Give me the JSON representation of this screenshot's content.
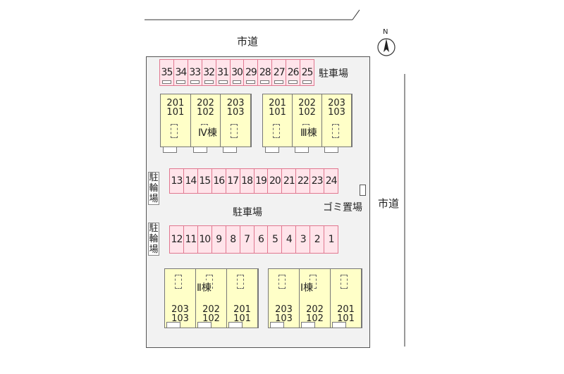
{
  "roads": {
    "top": "市道",
    "right": "市道"
  },
  "compass": {
    "label": "N"
  },
  "labels": {
    "parking_top": "駐車場",
    "parking_center": "駐車場",
    "bicycle_upper": "駐輪場",
    "bicycle_lower": "駐輪場",
    "garbage": "ゴミ置場"
  },
  "parking": {
    "row_top": [
      "35",
      "34",
      "33",
      "32",
      "31",
      "30",
      "29",
      "28",
      "27",
      "26",
      "25"
    ],
    "row_middle": [
      "13",
      "14",
      "15",
      "16",
      "17",
      "18",
      "19",
      "20",
      "21",
      "22",
      "23",
      "24"
    ],
    "row_bottom": [
      "12",
      "11",
      "10",
      "9",
      "8",
      "7",
      "6",
      "5",
      "4",
      "3",
      "2",
      "1"
    ]
  },
  "buildings": {
    "b4": {
      "name": "Ⅳ棟",
      "units": [
        [
          "201",
          "101"
        ],
        [
          "202",
          "102"
        ],
        [
          "203",
          "103"
        ]
      ]
    },
    "b3": {
      "name": "Ⅲ棟",
      "units": [
        [
          "201",
          "101"
        ],
        [
          "202",
          "102"
        ],
        [
          "203",
          "103"
        ]
      ]
    },
    "b2": {
      "name": "Ⅱ棟",
      "units": [
        [
          "203",
          "103"
        ],
        [
          "202",
          "102"
        ],
        [
          "201",
          "101"
        ]
      ]
    },
    "b1": {
      "name": "Ⅰ棟",
      "units": [
        [
          "203",
          "103"
        ],
        [
          "202",
          "102"
        ],
        [
          "201",
          "101"
        ]
      ]
    }
  }
}
